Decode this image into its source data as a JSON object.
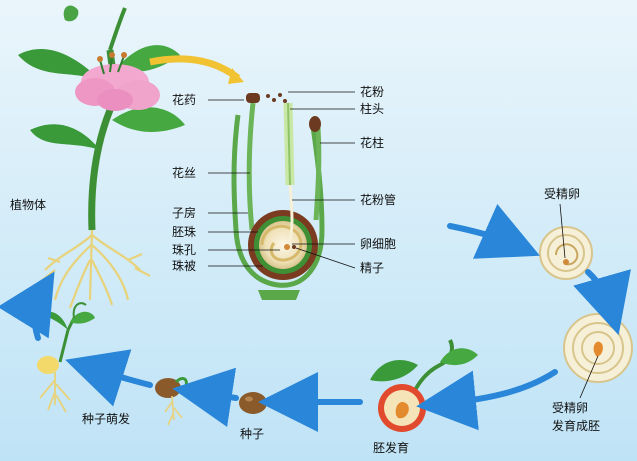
{
  "labels": {
    "pollen": "花粉",
    "stigma": "柱头",
    "anther": "花药",
    "style": "花柱",
    "filament": "花丝",
    "pollen_tube": "花粉管",
    "ovary": "子房",
    "ovule": "胚珠",
    "micropyle": "珠孔",
    "integument": "珠被",
    "egg_cell": "卵细胞",
    "sperm": "精子",
    "plant_body": "植物体",
    "fertilized_egg": "受精卵",
    "fertilized_egg_develops_line1": "受精卵",
    "fertilized_egg_develops_line2": "发育成胚",
    "embryo_development": "胚发育",
    "seed": "种子",
    "seed_germination": "种子萌发"
  },
  "colors": {
    "arrow": "#2a86d8",
    "leaf": "#3a9a3a",
    "petal": "#f3a9cf",
    "root": "#e8d27a",
    "seed": "#8b5a2b",
    "ovary_outer": "#5aa84a",
    "embryo_sac": "#f2e7c8"
  }
}
